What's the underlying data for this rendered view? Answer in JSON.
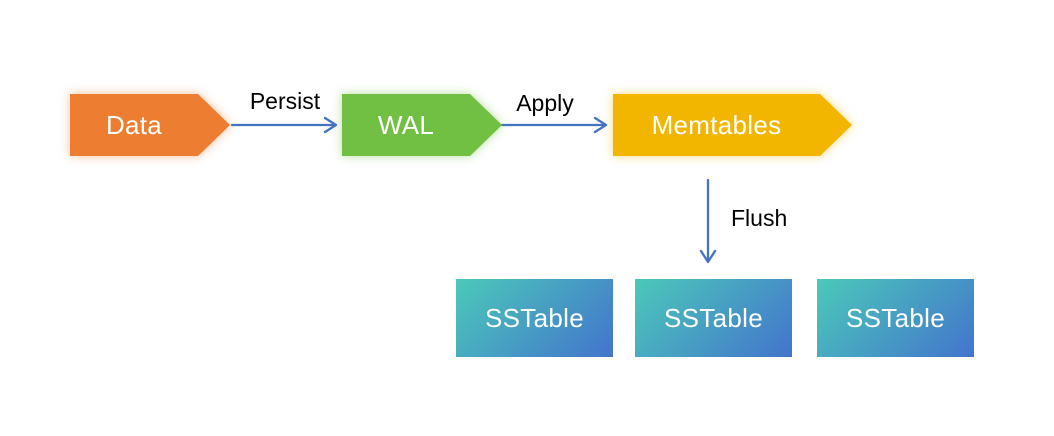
{
  "diagram": {
    "nodes": {
      "data": {
        "label": "Data"
      },
      "wal": {
        "label": "WAL"
      },
      "memtables": {
        "label": "Memtables"
      },
      "sstables": [
        {
          "label": "SSTable"
        },
        {
          "label": "SSTable"
        },
        {
          "label": "SSTable"
        }
      ]
    },
    "edges": {
      "persist": {
        "label": "Persist"
      },
      "apply": {
        "label": "Apply"
      },
      "flush": {
        "label": "Flush"
      }
    }
  },
  "colors": {
    "node-data": "#ED7D31",
    "node-data-glow": "rgba(237,125,49,0.5)",
    "node-wal": "#71C044",
    "node-wal-glow": "rgba(113,192,68,0.5)",
    "node-memtables": "#F2B600",
    "node-memtables-glow": "rgba(242,182,0,0.5)",
    "sstable-from": "#4BC9B9",
    "sstable-to": "#4374CD",
    "arrow-blue": "#4472C4",
    "node-text": "#FFFFFF",
    "label-text": "#000000"
  }
}
